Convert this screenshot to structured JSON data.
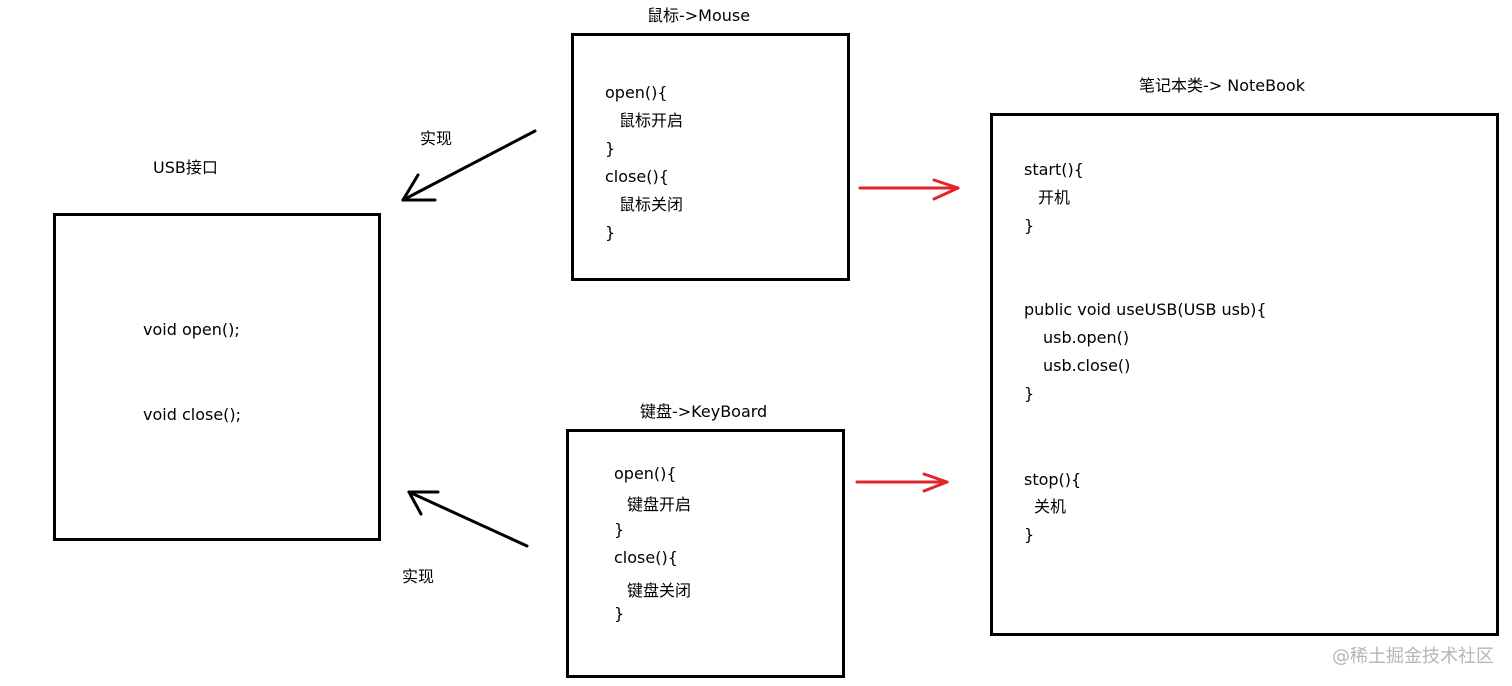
{
  "usb": {
    "title": "USB接口",
    "lines": [
      "void open();",
      "void close();"
    ]
  },
  "mouse": {
    "title": "鼠标->Mouse",
    "lines": [
      "open(){",
      "鼠标开启",
      "}",
      "close(){",
      "鼠标关闭",
      "}"
    ]
  },
  "keyboard": {
    "title": "键盘->KeyBoard",
    "lines": [
      "open(){",
      "键盘开启",
      "}",
      "close(){",
      "键盘关闭",
      "}"
    ]
  },
  "notebook": {
    "title": "笔记本类-> NoteBook",
    "lines": [
      "start(){",
      "开机",
      "}",
      "public void useUSB(USB usb){",
      "usb.open()",
      "usb.close()",
      "}",
      "stop(){",
      "关机",
      "}"
    ]
  },
  "labels": {
    "implement_top": "实现",
    "implement_bottom": "实现"
  },
  "watermark": "@稀土掘金技术社区",
  "colors": {
    "border": "#000000",
    "arrow_black": "#000000",
    "arrow_red": "#e3262b",
    "watermark": "#b5b5b5"
  }
}
